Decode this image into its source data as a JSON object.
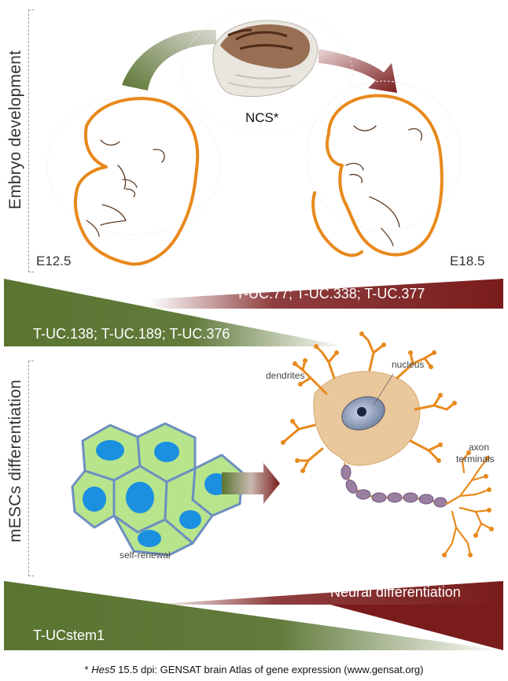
{
  "top_section": {
    "side_label": "Embryo development",
    "stage_left": "E12.5",
    "stage_right": "E18.5",
    "brain_label": "NCS*",
    "band_red_text": "T-UC.77; T-UC.338; T-UC.377",
    "band_green_text": "T-UC.138; T-UC.189; T-UC.376"
  },
  "bottom_section": {
    "side_label": "mESCs  differentiation",
    "cells_label": "self-renewal",
    "neuron_labels": {
      "dendrites": "dendrites",
      "nucleus": "nucleus",
      "axon_line1": "axon",
      "axon_line2": "terminals"
    },
    "band_red_text": "Neural differentiation",
    "band_green_text": "T-UCstem1"
  },
  "footnote": {
    "prefix": "* ",
    "gene": "Hes5",
    "rest": " 15.5 dpi: GENSAT brain Atlas of gene expression (www.gensat.org)"
  },
  "colors": {
    "green": "#5a7431",
    "dark_red": "#7a1c1c",
    "orange": "#e8891c",
    "cell_blue": "#1b8fe0",
    "cell_green": "#b8e58c",
    "cell_outline": "#6d8fc0"
  }
}
